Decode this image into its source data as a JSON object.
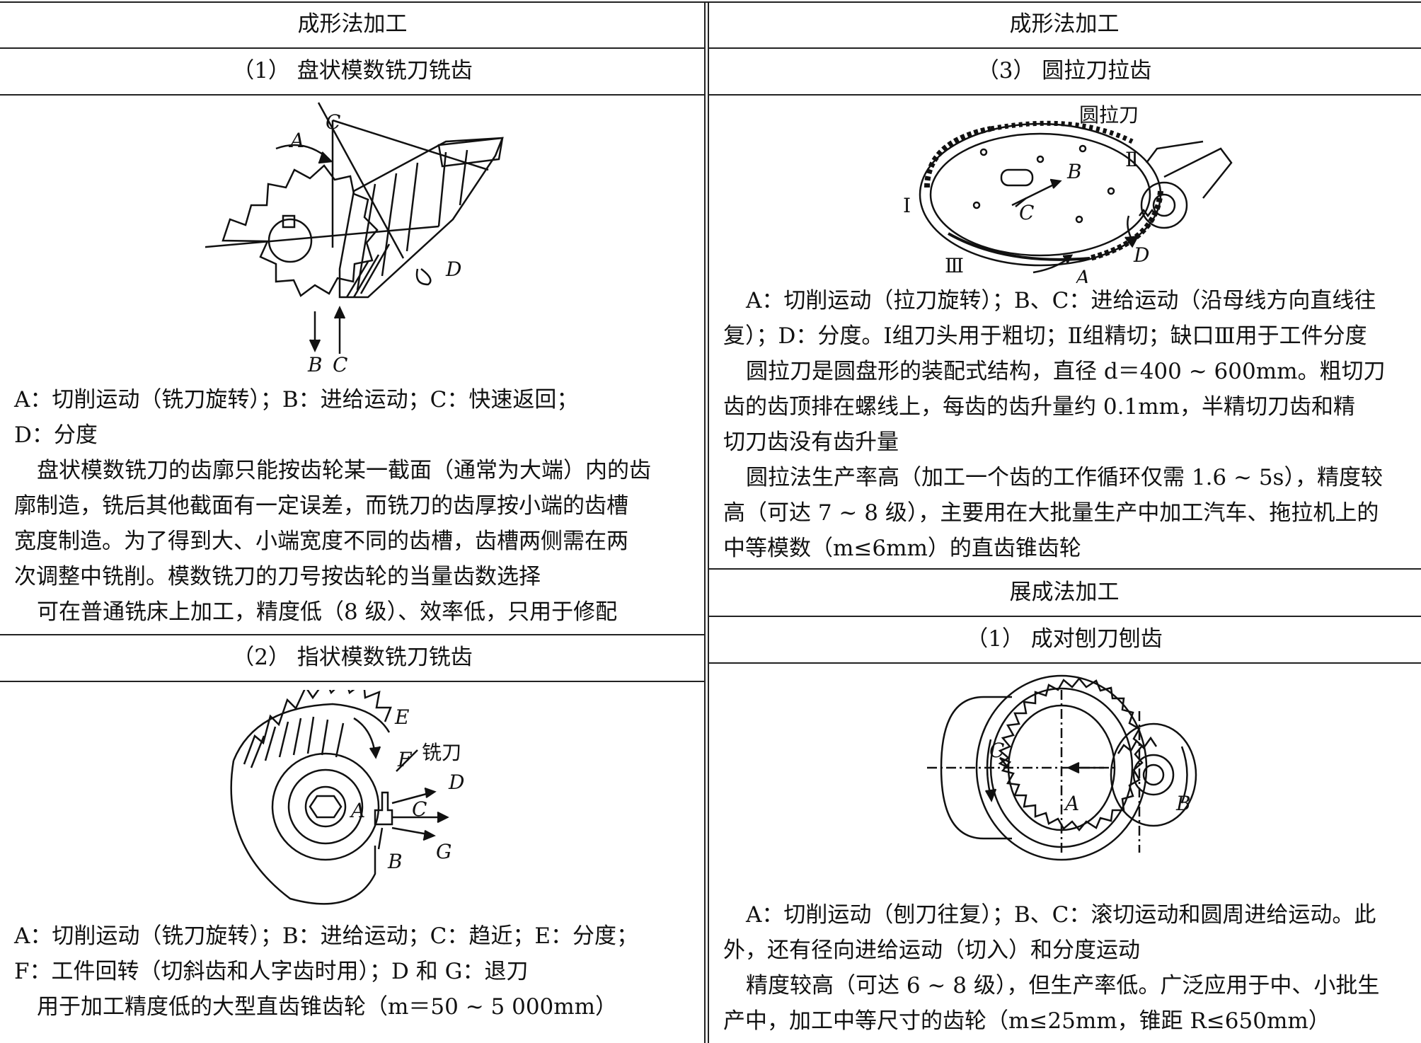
{
  "left": {
    "header": "成形法加工",
    "sec1_title": "（1） 盘状模数铣刀铣齿",
    "fig1_labels": {
      "A": "A",
      "B": "B",
      "C": "C",
      "D": "D"
    },
    "sec1_desc": [
      "A：切削运动（铣刀旋转）；B：进给运动；C：快速返回；",
      "D：分度",
      "盘状模数铣刀的齿廓只能按齿轮某一截面（通常为大端）内的齿",
      "廓制造，铣后其他截面有一定误差，而铣刀的齿厚按小端的齿槽",
      "宽度制造。为了得到大、小端宽度不同的齿槽，齿槽两侧需在两",
      "次调整中铣削。模数铣刀的刀号按齿轮的当量齿数选择",
      "可在普通铣床上加工，精度低（8 级）、效率低，只用于修配"
    ],
    "sec2_title": "（2） 指状模数铣刀铣齿",
    "fig2_labels": {
      "E": "E",
      "F": "F",
      "cutter": "铣刀",
      "D": "D",
      "A": "A",
      "C": "C",
      "B": "B",
      "G": "G"
    },
    "sec2_desc": [
      "A：切削运动（铣刀旋转）；B：进给运动；C：趋近；E：分度；",
      "F：工件回转（切斜齿和人字齿时用）；D 和 G：退刀",
      "用于加工精度低的大型直齿锥齿轮（m＝50 ~ 5 000mm）"
    ]
  },
  "right": {
    "header": "成形法加工",
    "sec3_title": "（3） 圆拉刀拉齿",
    "fig3_labels": {
      "broach": "圆拉刀",
      "II": "Ⅱ",
      "I": "Ⅰ",
      "III": "Ⅲ",
      "A": "A",
      "B": "B",
      "C": "C",
      "D": "D"
    },
    "sec3_desc": [
      "A：切削运动（拉刀旋转）；B、C：进给运动（沿母线方向直线往",
      "复）；D：分度。Ⅰ组刀头用于粗切；Ⅱ组精切；缺口Ⅲ用于工件分度",
      "圆拉刀是圆盘形的装配式结构，直径 d＝400 ~ 600mm。粗切刀",
      "齿的齿顶排在螺线上，每齿的齿升量约 0.1mm，半精切刀齿和精",
      "切刀齿没有齿升量",
      "圆拉法生产率高（加工一个齿的工作循环仅需 1.6 ~ 5s），精度较",
      "高（可达 7 ~ 8 级），主要用在大批量生产中加工汽车、拖拉机上的",
      "中等模数（m≤6mm）的直齿锥齿轮"
    ],
    "header2": "展成法加工",
    "sec4_title": "（1） 成对刨刀刨齿",
    "fig4_labels": {
      "C": "C",
      "A": "A",
      "B": "B"
    },
    "sec4_desc": [
      "A：切削运动（刨刀往复）；B、C：滚切运动和圆周进给运动。此",
      "外，还有径向进给运动（切入）和分度运动",
      "精度较高（可达 6 ~ 8 级），但生产率低。广泛应用于中、小批生",
      "产中，加工中等尺寸的齿轮（m≤25mm，锥距 R≤650mm）"
    ]
  }
}
